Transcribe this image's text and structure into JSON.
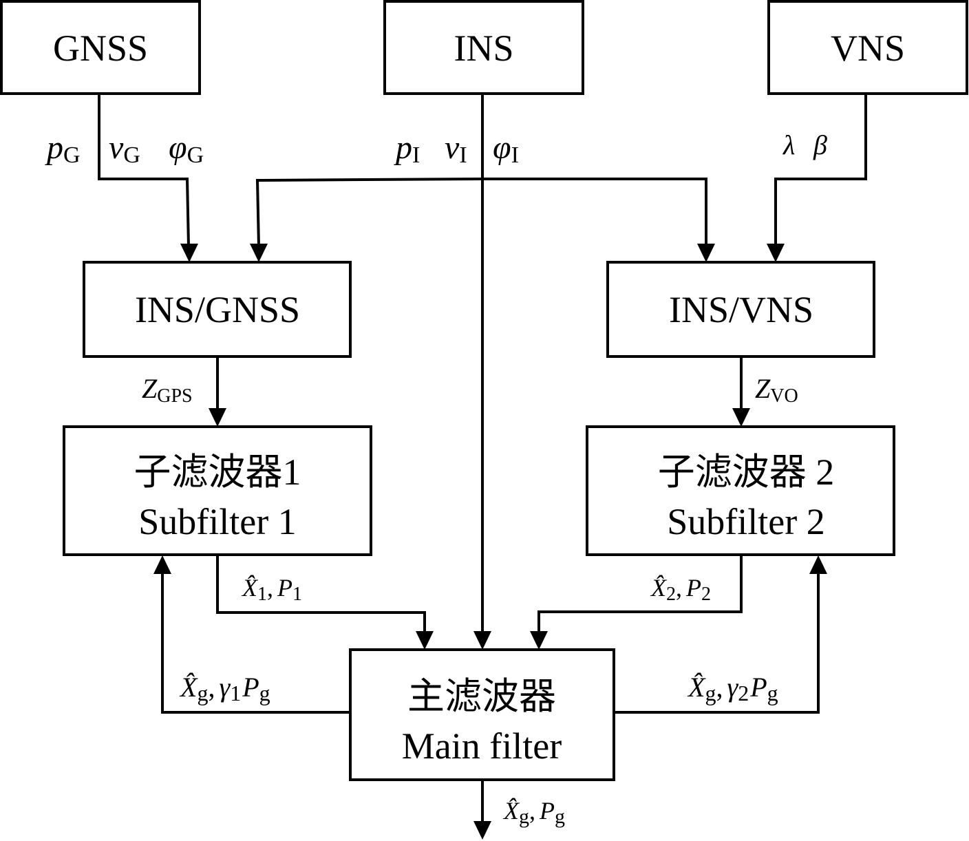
{
  "diagram": {
    "nodes": {
      "gnss": {
        "label": "GNSS"
      },
      "ins": {
        "label": "INS"
      },
      "vns": {
        "label": "VNS"
      },
      "ins_gnss": {
        "label": "INS/GNSS"
      },
      "ins_vns": {
        "label": "INS/VNS"
      },
      "subfilter1": {
        "label_cn": "子滤波器1",
        "label_en": "Subfilter 1"
      },
      "subfilter2": {
        "label_cn": "子滤波器 2",
        "label_en": "Subfilter 2"
      },
      "main_filter": {
        "label_cn": "主滤波器",
        "label_en": "Main filter"
      }
    },
    "edge_labels": {
      "gnss_out": [
        {
          "base": "p",
          "sub": "G"
        },
        {
          "base": "v",
          "sub": "G"
        },
        {
          "base": "φ",
          "sub": "G"
        }
      ],
      "ins_out": [
        {
          "base": "p",
          "sub": "I"
        },
        {
          "base": "v",
          "sub": "I"
        },
        {
          "base": "φ",
          "sub": "I"
        }
      ],
      "vns_out": [
        {
          "base": "λ",
          "sub": ""
        },
        {
          "base": "β",
          "sub": ""
        }
      ],
      "ins_gnss_to_sub1": {
        "base": "Z",
        "sub": "GPS"
      },
      "ins_vns_to_sub2": {
        "base": "Z",
        "sub": "VO"
      },
      "sub1_to_main": {
        "hat": "X̂",
        "hat_sub": "1",
        "sep": ",",
        "p": "P",
        "p_sub": "1"
      },
      "sub2_to_main": {
        "hat": "X̂",
        "hat_sub": "2",
        "sep": ",",
        "p": "P",
        "p_sub": "2"
      },
      "main_to_sub1": {
        "hat": "X̂",
        "hat_sub": "g",
        "sep": ",",
        "gamma": "γ",
        "gamma_sub": "1",
        "p": "P",
        "p_sub": "g"
      },
      "main_to_sub2": {
        "hat": "X̂",
        "hat_sub": "g",
        "sep": ",",
        "gamma": "γ",
        "gamma_sub": "2",
        "p": "P",
        "p_sub": "g"
      },
      "main_out": {
        "hat": "X̂",
        "hat_sub": "g",
        "sep": ",",
        "p": "P",
        "p_sub": "g"
      }
    }
  }
}
